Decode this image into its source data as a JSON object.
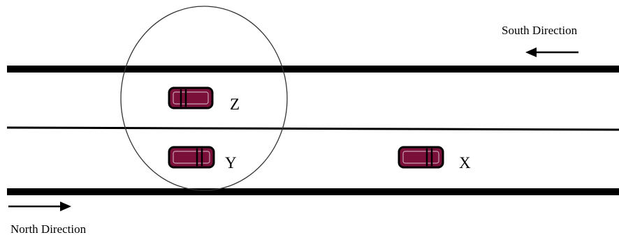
{
  "diagram": {
    "directions": {
      "south": "South Direction",
      "north": "North Direction"
    },
    "vehicles": [
      {
        "id": "z",
        "label": "Z"
      },
      {
        "id": "y",
        "label": "Y"
      },
      {
        "id": "x",
        "label": "X"
      }
    ],
    "colors": {
      "road_line": "#000000",
      "car_body": "#7a0f3a",
      "car_outline": "#000000",
      "range_circle": "#333333"
    }
  }
}
